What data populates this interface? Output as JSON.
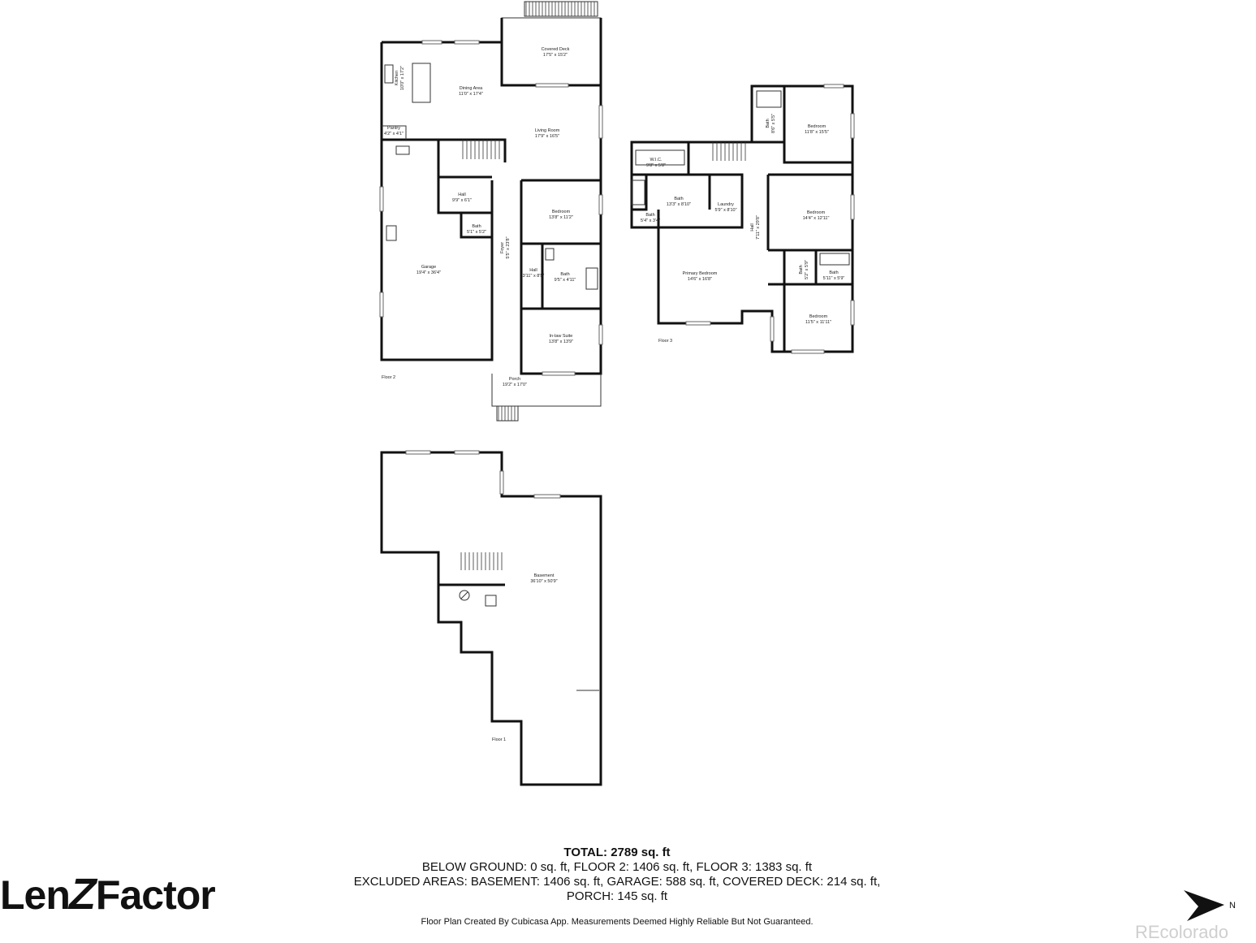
{
  "floors": [
    {
      "label": "Floor 2"
    },
    {
      "label": "Floor 3"
    },
    {
      "label": "Floor 1"
    }
  ],
  "rooms": {
    "covered_deck": {
      "name": "Covered Deck",
      "dim": "17'5\" x 15'2\""
    },
    "kitchen": {
      "name": "Kitchen",
      "dim": "10'0\" x 17'2\""
    },
    "dining": {
      "name": "Dining Area",
      "dim": "11'0\" x 17'4\""
    },
    "pantry": {
      "name": "Pantry",
      "dim": "4'2\" x 4'1\""
    },
    "living": {
      "name": "Living Room",
      "dim": "17'9\" x 16'5\""
    },
    "hall2a": {
      "name": "Hall",
      "dim": "9'9\" x 6'1\""
    },
    "bath2a": {
      "name": "Bath",
      "dim": "5'1\" x 5'2\""
    },
    "garage": {
      "name": "Garage",
      "dim": "19'4\" x 36'4\""
    },
    "foyer": {
      "name": "Foyer",
      "dim": "5'5\" x 23'8\""
    },
    "bedroom2": {
      "name": "Bedroom",
      "dim": "13'8\" x 11'2\""
    },
    "hall2b": {
      "name": "Hall",
      "dim": "3'11\" x 8'5\""
    },
    "bath2b": {
      "name": "Bath",
      "dim": "9'5\" x 4'11\""
    },
    "inlaw": {
      "name": "In-law Suite",
      "dim": "13'8\" x 13'9\""
    },
    "porch": {
      "name": "Porch",
      "dim": "19'2\" x 17'0\""
    },
    "wic": {
      "name": "W.I.C.",
      "dim": "9'8\" x 5'8\""
    },
    "bath3a": {
      "name": "Bath",
      "dim": "13'3\" x 8'10\""
    },
    "laundry": {
      "name": "Laundry",
      "dim": "5'9\" x 8'10\""
    },
    "bath3b": {
      "name": "Bath",
      "dim": "5'4\" x 3'4\""
    },
    "primary": {
      "name": "Primary Bedroom",
      "dim": "14'6\" x 16'8\""
    },
    "hall3": {
      "name": "Hall",
      "dim": "7'11\" x 29'8\""
    },
    "bath3c": {
      "name": "Bath",
      "dim": "8'6\" x 5'5\""
    },
    "bed3a": {
      "name": "Bedroom",
      "dim": "11'8\" x 15'5\""
    },
    "bed3b": {
      "name": "Bedroom",
      "dim": "14'4\" x 12'11\""
    },
    "bath3d": {
      "name": "Bath",
      "dim": "5'2\" x 5'9\""
    },
    "bath3e": {
      "name": "Bath",
      "dim": "5'11\" x 5'9\""
    },
    "bed3c": {
      "name": "Bedroom",
      "dim": "11'5\" x 11'11\""
    },
    "basement": {
      "name": "Basement",
      "dim": "36'10\" x 50'9\""
    }
  },
  "summary": {
    "total": "TOTAL: 2789 sq. ft",
    "line1": "BELOW GROUND: 0 sq. ft, FLOOR 2: 1406 sq. ft, FLOOR 3: 1383 sq. ft",
    "line2": "EXCLUDED AREAS: BASEMENT: 1406 sq. ft, GARAGE: 588 sq. ft, COVERED DECK: 214 sq. ft,",
    "line3": "PORCH: 145 sq. ft",
    "credit": "Floor Plan Created By Cubicasa App. Measurements Deemed Highly Reliable But Not Guaranteed."
  },
  "logo": {
    "part1": "Len",
    "part2": "Z",
    "part3": "Factor"
  },
  "compass": {
    "label": "N"
  },
  "watermark": "REcolorado"
}
